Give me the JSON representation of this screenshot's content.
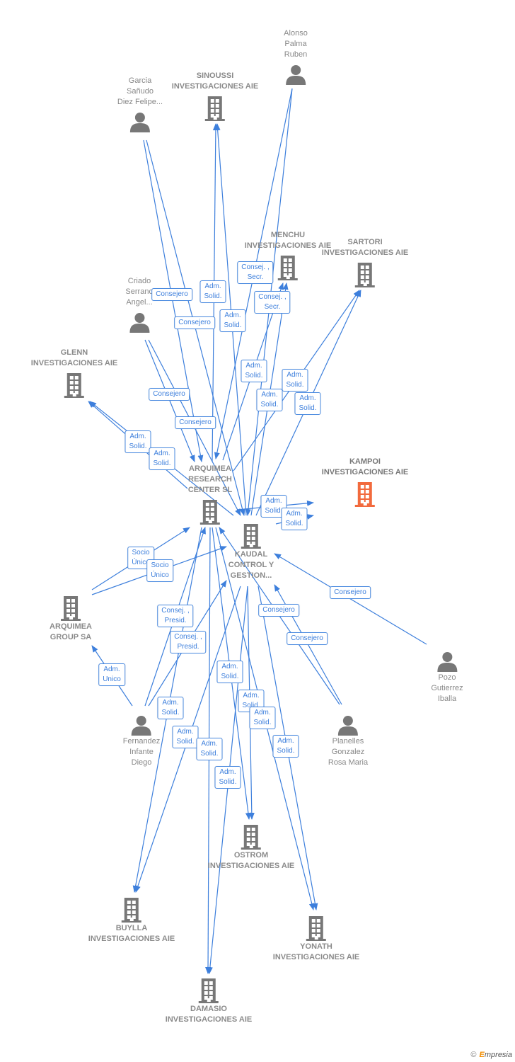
{
  "colors": {
    "edge": "#3d7fdc",
    "node": "#777777",
    "highlight": "#f26a3d"
  },
  "nodes": [
    {
      "id": "alonso",
      "type": "person",
      "lines": [
        "Alonso",
        "Palma",
        "Ruben"
      ]
    },
    {
      "id": "garcia",
      "type": "person",
      "lines": [
        "Garcia",
        "Sañudo",
        "Diez Felipe..."
      ]
    },
    {
      "id": "sinoussi",
      "type": "company",
      "lines": [
        "SINOUSSI",
        "INVESTIGACIONES AIE"
      ]
    },
    {
      "id": "menchu",
      "type": "company",
      "lines": [
        "MENCHU",
        "INVESTIGACIONES AIE"
      ]
    },
    {
      "id": "sartori",
      "type": "company",
      "lines": [
        "SARTORI",
        "INVESTIGACIONES AIE"
      ]
    },
    {
      "id": "criado",
      "type": "person",
      "lines": [
        "Criado",
        "Serrano",
        "Angel..."
      ]
    },
    {
      "id": "glenn",
      "type": "company",
      "lines": [
        "GLENN",
        "INVESTIGACIONES AIE"
      ]
    },
    {
      "id": "kampoi",
      "type": "company",
      "highlight": true,
      "lines": [
        "KAMPOI",
        "INVESTIGACIONES AIE"
      ]
    },
    {
      "id": "arquimea_rc",
      "type": "company",
      "lines": [
        "ARQUIMEA",
        "RESEARCH",
        "CENTER  SL"
      ]
    },
    {
      "id": "kaudal",
      "type": "company",
      "lines": [
        "KAUDAL",
        "CONTROL Y",
        "GESTION..."
      ]
    },
    {
      "id": "arquimea_group",
      "type": "company",
      "lines": [
        "ARQUIMEA",
        "GROUP SA"
      ]
    },
    {
      "id": "pozo",
      "type": "person",
      "lines": [
        "Pozo",
        "Gutierrez",
        "Iballa"
      ]
    },
    {
      "id": "fernandez",
      "type": "person",
      "lines": [
        "Fernandez",
        "Infante",
        "Diego"
      ]
    },
    {
      "id": "planelles",
      "type": "person",
      "lines": [
        "Planelles",
        "Gonzalez",
        "Rosa Maria"
      ]
    },
    {
      "id": "ostrom",
      "type": "company",
      "lines": [
        "OSTROM",
        "INVESTIGACIONES AIE"
      ]
    },
    {
      "id": "buylla",
      "type": "company",
      "lines": [
        "BUYLLA",
        "INVESTIGACIONES AIE"
      ]
    },
    {
      "id": "yonath",
      "type": "company",
      "lines": [
        "YONATH",
        "INVESTIGACIONES AIE"
      ]
    },
    {
      "id": "damasio",
      "type": "company",
      "lines": [
        "DAMASIO",
        "INVESTIGACIONES AIE"
      ]
    }
  ],
  "edge_labels": [
    [
      "Consej. ,",
      "Secr."
    ],
    [
      "Consej. ,",
      "Secr."
    ],
    [
      "Consejero"
    ],
    [
      "Adm.",
      "Solid."
    ],
    [
      "Consejero"
    ],
    [
      "Adm.",
      "Solid."
    ],
    [
      "Adm.",
      "Solid."
    ],
    [
      "Adm.",
      "Solid."
    ],
    [
      "Adm.",
      "Solid."
    ],
    [
      "Adm.",
      "Solid."
    ],
    [
      "Consejero"
    ],
    [
      "Consejero"
    ],
    [
      "Adm.",
      "Solid."
    ],
    [
      "Adm.",
      "Solid."
    ],
    [
      "Adm.",
      "Solid."
    ],
    [
      "Adm.",
      "Solid."
    ],
    [
      "Socio",
      "Único"
    ],
    [
      "Socio",
      "Único"
    ],
    [
      "Consej. ,",
      "Presid."
    ],
    [
      "Consej. ,",
      "Presid."
    ],
    [
      "Consejero"
    ],
    [
      "Consejero"
    ],
    [
      "Consejero"
    ],
    [
      "Adm.",
      "Unico"
    ],
    [
      "Adm.",
      "Solid."
    ],
    [
      "Adm.",
      "Solid."
    ],
    [
      "Adm.",
      "Solid."
    ],
    [
      "Adm.",
      "Solid."
    ],
    [
      "Adm.",
      "Solid."
    ],
    [
      "Adm.",
      "Solid."
    ],
    [
      "Adm.",
      "Solid."
    ],
    [
      "Adm.",
      "Solid."
    ]
  ],
  "footer": {
    "copyright_symbol": "©",
    "brand_first": "E",
    "brand_rest": "mpresia"
  }
}
